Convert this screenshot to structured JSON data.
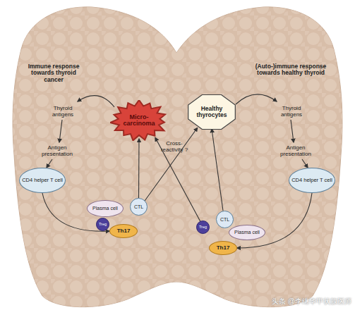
{
  "diagram": {
    "nodes": [
      {
        "text": [
          "Micro-carcinoma"
        ]
      },
      {
        "text": [
          "Healthy thyrocytes"
        ]
      },
      {
        "text": [
          "CD4 helper T cell"
        ]
      },
      {
        "text": [
          "CD4 helper T cell"
        ]
      },
      {
        "text": [
          "Plasma cell"
        ]
      },
      {
        "text": [
          "CTL"
        ]
      },
      {
        "text": [
          "Treg"
        ]
      },
      {
        "text": [
          "Th17"
        ]
      },
      {
        "text": [
          "Treg"
        ]
      },
      {
        "text": [
          "CTL"
        ]
      },
      {
        "text": [
          "Plasma cell"
        ]
      },
      {
        "text": [
          "Th17"
        ]
      }
    ],
    "edges": [
      {
        "from": 2,
        "to": 7,
        "arrow": "to"
      },
      {
        "from": 3,
        "to": 11,
        "arrow": "to"
      },
      {
        "from": 5,
        "to": 0,
        "arrow": "to"
      },
      {
        "from": 5,
        "to": 1,
        "arrow": "to"
      },
      {
        "from": 8,
        "to": 0,
        "arrow": "to"
      },
      {
        "from": 9,
        "to": 1,
        "arrow": "to"
      }
    ],
    "labels": [
      "Immune response towards thyroid cancer",
      "(Auto-)immune response towards healthy thyroid",
      "Thyroid antigens",
      "Thyroid antigens",
      "Antigen presentation",
      "Antigen presentation",
      "Cross-reactivity ?",
      "头条 @李继华甲状腺医师"
    ]
  }
}
